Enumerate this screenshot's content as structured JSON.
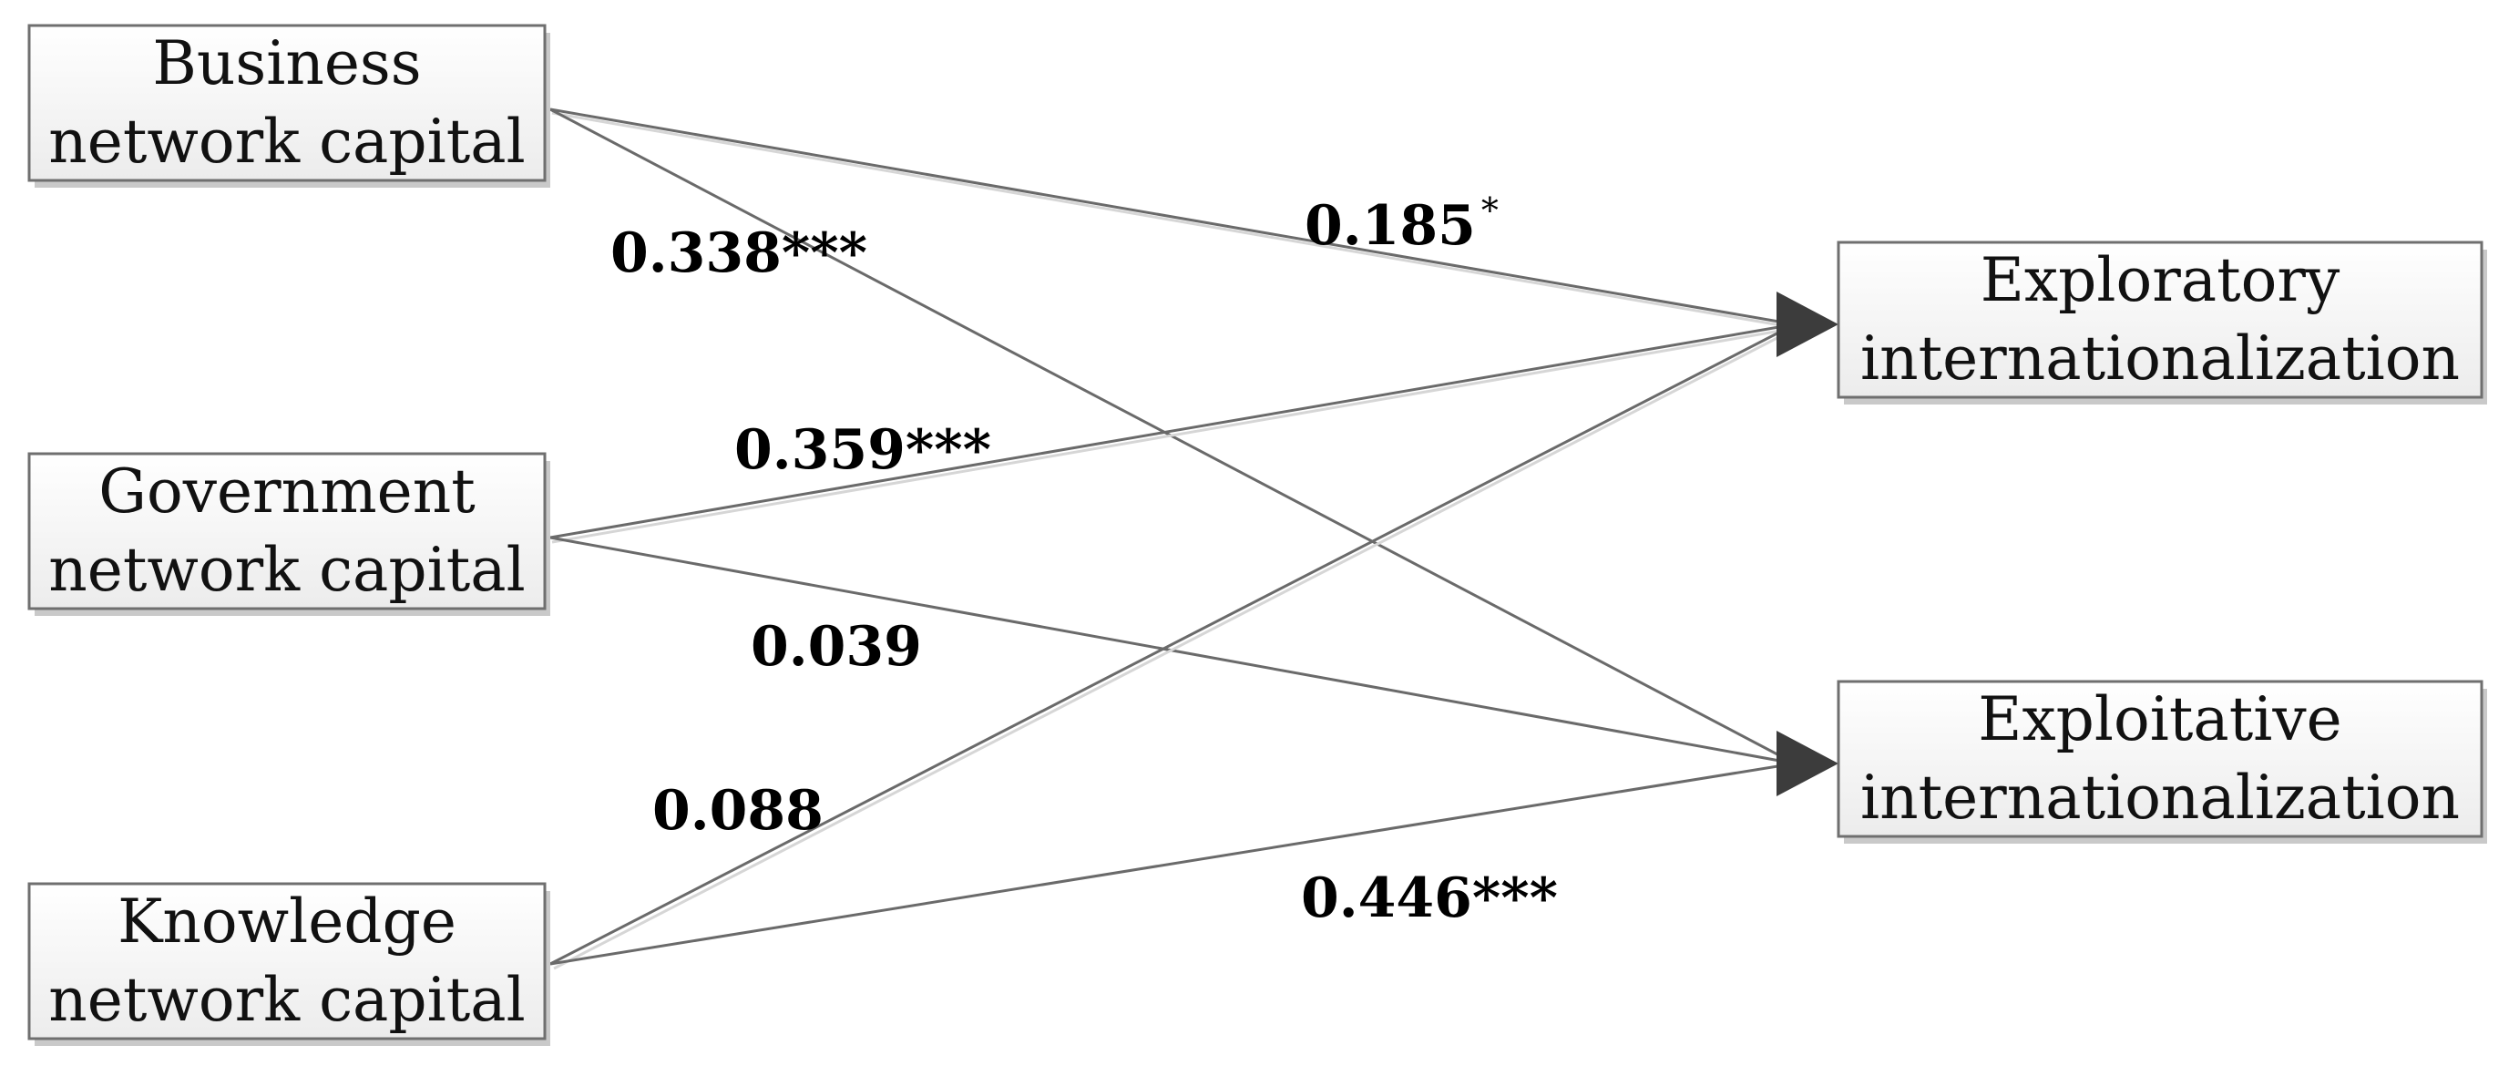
{
  "nodes": [
    {
      "id": "business",
      "lines": [
        "Business",
        "network capital"
      ]
    },
    {
      "id": "government",
      "lines": [
        "Government",
        "network capital"
      ]
    },
    {
      "id": "knowledge",
      "lines": [
        "Knowledge",
        "network capital"
      ]
    },
    {
      "id": "exploratory",
      "lines": [
        "Exploratory",
        "internationalization"
      ]
    },
    {
      "id": "exploitative",
      "lines": [
        "Exploitative",
        "internationalization"
      ]
    }
  ],
  "edges": [
    {
      "from": "business",
      "to": "exploratory",
      "label": "0.185",
      "sig": "*"
    },
    {
      "from": "business",
      "to": "exploitative",
      "label": "0.338***",
      "sig": ""
    },
    {
      "from": "government",
      "to": "exploratory",
      "label": "0.359***",
      "sig": ""
    },
    {
      "from": "government",
      "to": "exploitative",
      "label": "0.039",
      "sig": ""
    },
    {
      "from": "knowledge",
      "to": "exploratory",
      "label": "0.088",
      "sig": ""
    },
    {
      "from": "knowledge",
      "to": "exploitative",
      "label": "0.446***",
      "sig": ""
    }
  ],
  "colors": {
    "line": "#6a6a6a",
    "arrowhead": "#3c3c3c",
    "box_border": "#6f6f6f"
  }
}
